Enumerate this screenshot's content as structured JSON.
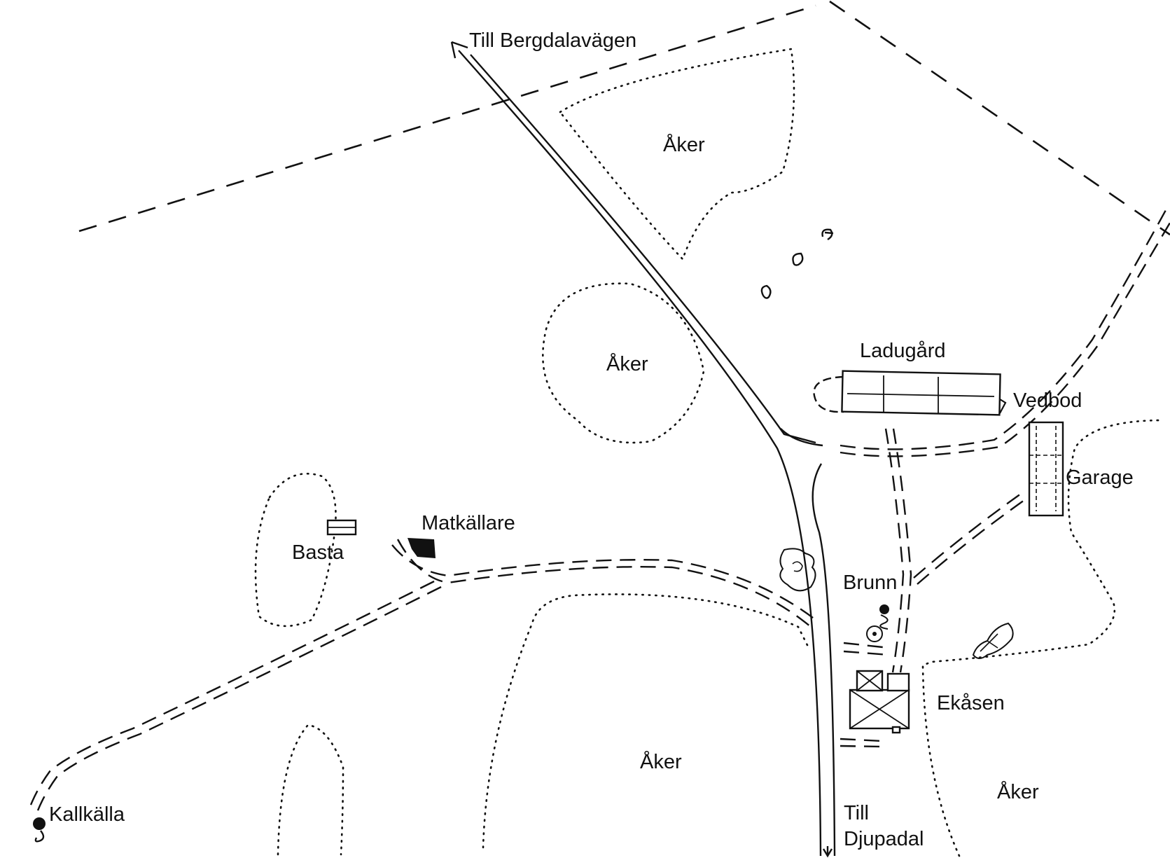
{
  "map": {
    "labels": {
      "till_bergdalavagen": "Till Bergdalavägen",
      "aker_north": "Åker",
      "aker_middle": "Åker",
      "aker_south": "Åker",
      "aker_southeast": "Åker",
      "ladugard": "Ladugård",
      "vedbod": "Vedbod",
      "garage": "Garage",
      "matkallare": "Matkällare",
      "basta": "Basta",
      "brunn": "Brunn",
      "ekasen": "Ekåsen",
      "till": "Till",
      "djupadal": "Djupadal",
      "kallkalla": "Kallkälla"
    },
    "icons": {
      "road_arrow": "arrow-up-left-icon",
      "well": "well-icon",
      "spring": "spring-icon",
      "tree": "tree-icon",
      "bush": "bush-icon",
      "stones": "stone-icon"
    },
    "colors": {
      "ink": "#111111",
      "paper": "#ffffff"
    }
  }
}
